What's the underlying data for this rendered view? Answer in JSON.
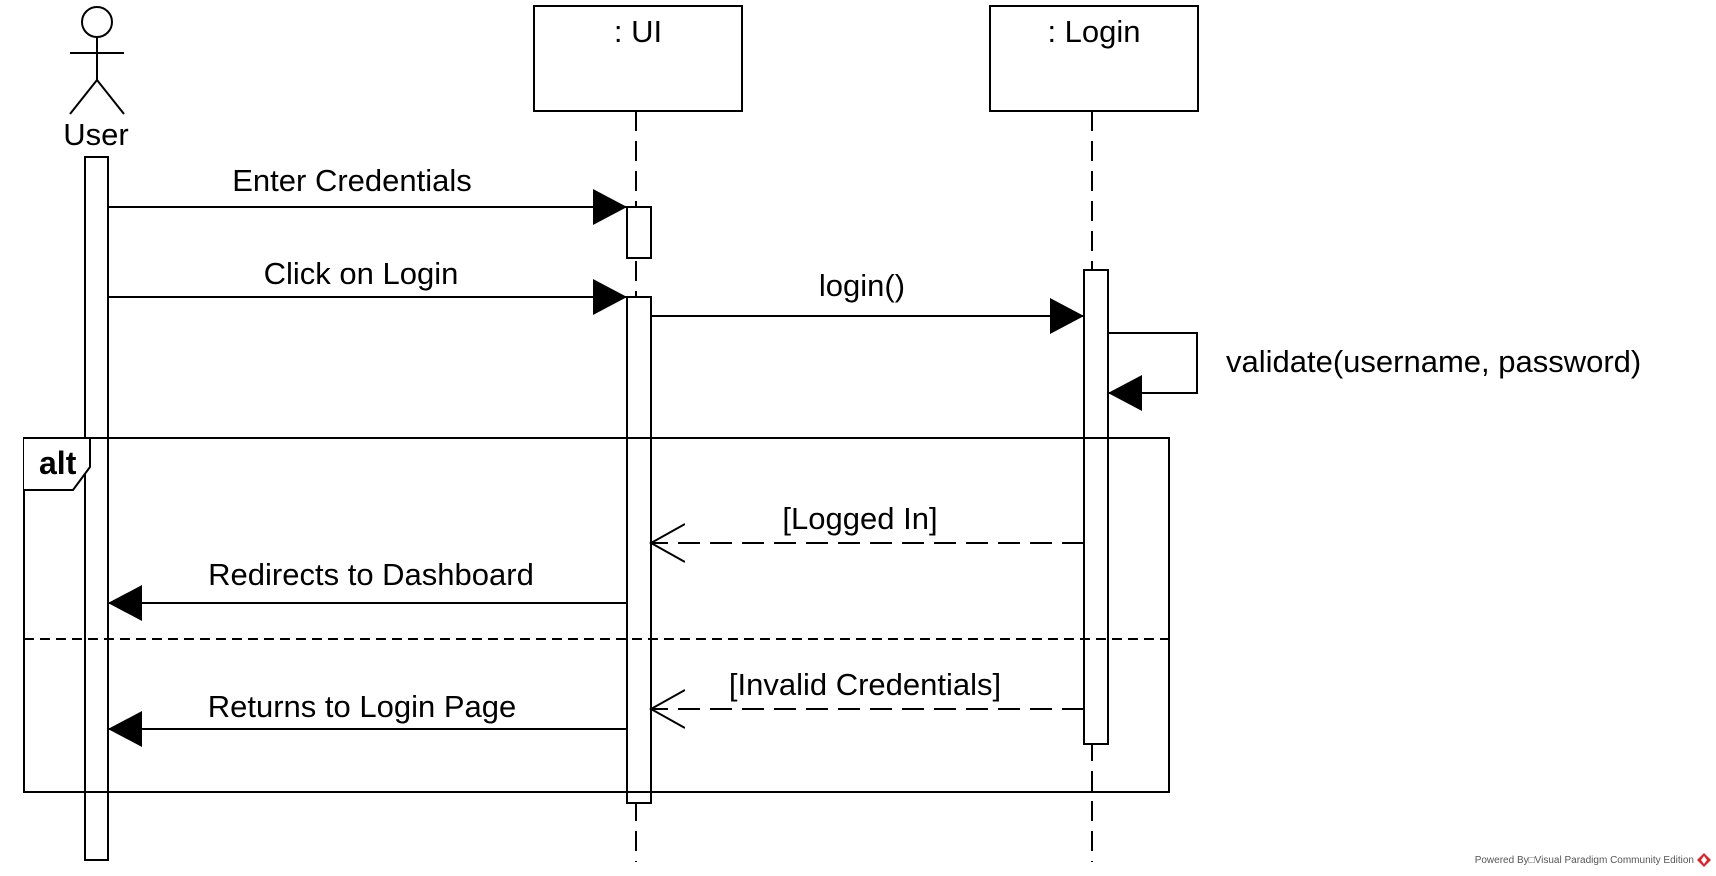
{
  "participants": {
    "actor": {
      "name": "User"
    },
    "ui": {
      "name": ": UI"
    },
    "login": {
      "name": ": Login"
    }
  },
  "messages": {
    "enter_credentials": "Enter Credentials",
    "click_login": "Click on Login",
    "login_call": "login()",
    "validate": "validate(username, password)",
    "logged_in": "[Logged In]",
    "redirect": "Redirects to Dashboard",
    "invalid": "[Invalid Credentials]",
    "returns": "Returns to Login Page"
  },
  "fragment": {
    "operator": "alt"
  },
  "footer": {
    "powered_by": "Powered By□Visual Paradigm Community Edition"
  }
}
